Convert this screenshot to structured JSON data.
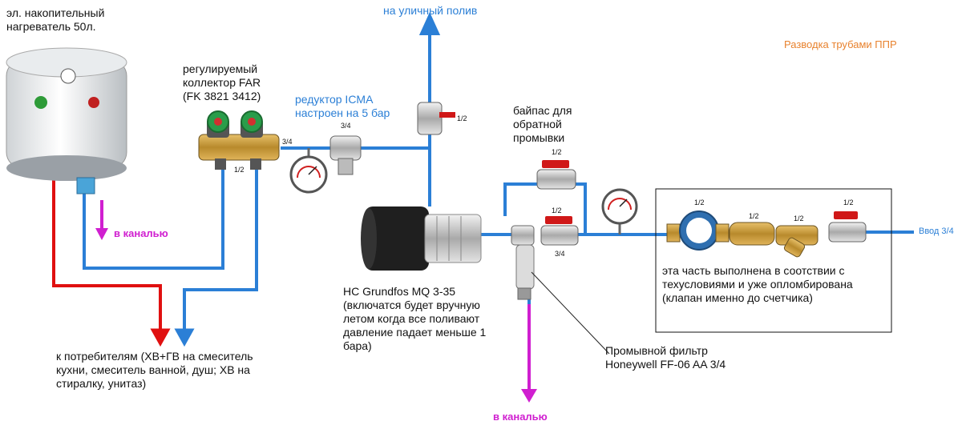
{
  "title": "Разводка трубами ППР",
  "labels": {
    "heater": [
      "эл. накопительный",
      "нагреватель 50л."
    ],
    "collector": [
      "регулируемый",
      "коллектор FAR",
      "(FK 3821 3412)"
    ],
    "reducer": [
      "редуктор ICMA",
      "настроен на 5 бар"
    ],
    "street": "на уличный полив",
    "bypass": [
      "байпас для",
      "обратной",
      "промывки"
    ],
    "drain_left": "в каналью",
    "drain_bottom": "в каналью",
    "consumers": [
      "к потребителям (ХВ+ГВ на смеситель",
      "кухни, смеситель ванной, душ; ХВ на",
      "стиралку, унитаз)"
    ],
    "pump": [
      "HC Grundfos MQ 3-35",
      "(включатся будет вручную",
      "летом когда все поливают",
      "давление падает меньше 1",
      "бара)"
    ],
    "filter": [
      "Промывной фильтр",
      "Honeywell FF-06 AA 3/4"
    ],
    "sealed": [
      "эта часть выполнена в соотствии с",
      "техусловиями и уже опломбирована",
      "(клапан именно до счетчика)"
    ],
    "input": "Ввод 3/4"
  },
  "sizes": {
    "collector_out": "3/4",
    "collector_branch": "1/2",
    "reducer": "3/4",
    "street_valve": "1/2",
    "bypass_valve": "1/2",
    "main_valve_top": "1/2",
    "main_valve_bottom": "3/4",
    "meter": "1/2",
    "check_valve": "1/2",
    "strainer": "1/2",
    "input_valve": "1/2"
  },
  "colors": {
    "cold": "#2b7fd6",
    "hot": "#e01010",
    "drain": "#d01fd0",
    "frame": "#111111"
  }
}
